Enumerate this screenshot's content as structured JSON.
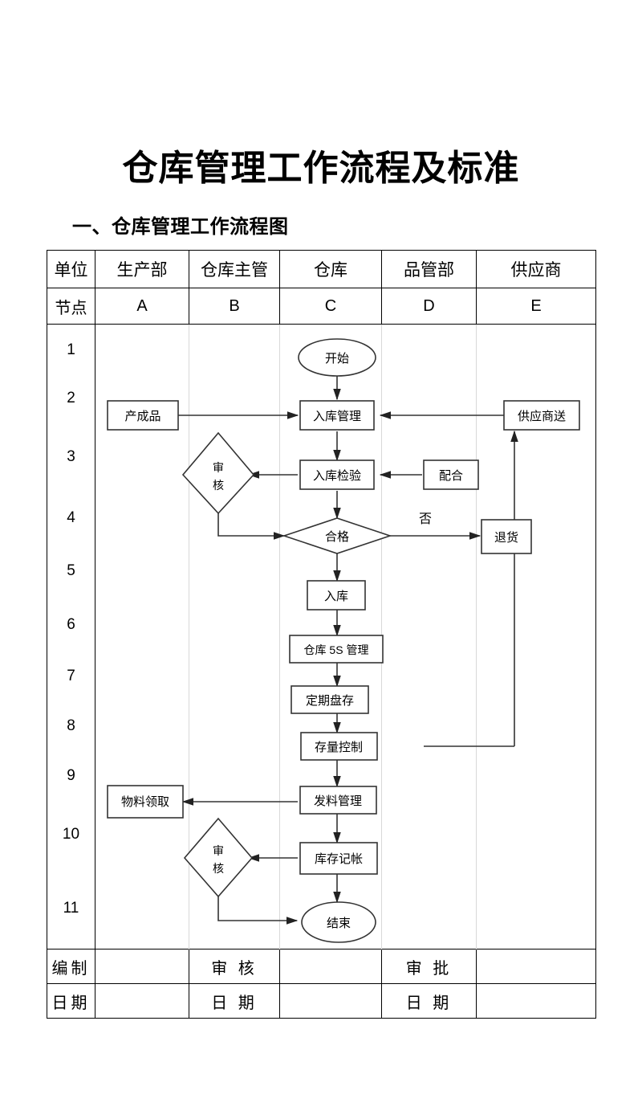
{
  "document": {
    "title": "仓库管理工作流程及标准",
    "section_title": "一、仓库管理工作流程图"
  },
  "table": {
    "header_row": {
      "label": "单位",
      "columns": [
        "生产部",
        "仓库主管",
        "仓库",
        "品管部",
        "供应商"
      ]
    },
    "node_row": {
      "label": "节点",
      "columns": [
        "A",
        "B",
        "C",
        "D",
        "E"
      ]
    },
    "row_numbers": [
      "1",
      "2",
      "3",
      "4",
      "5",
      "6",
      "7",
      "8",
      "9",
      "10",
      "11"
    ],
    "footer_rows": [
      {
        "label": "编制",
        "a": "",
        "b": "审 核",
        "c": "",
        "d": "审 批",
        "e": ""
      },
      {
        "label": "日期",
        "a": "",
        "b": "日 期",
        "c": "",
        "d": "日 期",
        "e": ""
      }
    ]
  },
  "flowchart": {
    "type": "swimlane-flowchart",
    "nodes": [
      {
        "id": "start",
        "label": "开始",
        "shape": "ellipse",
        "lane": "C",
        "row": 1
      },
      {
        "id": "chengpin",
        "label": "产成品",
        "shape": "rect",
        "lane": "A",
        "row": 2
      },
      {
        "id": "rukuguanli",
        "label": "入库管理",
        "shape": "rect",
        "lane": "C",
        "row": 2
      },
      {
        "id": "gongyingshang",
        "label": "供应商送",
        "shape": "rect",
        "lane": "E",
        "row": 2
      },
      {
        "id": "shenhe1",
        "label": "审核",
        "shape": "diamond",
        "lane": "B",
        "row": 3
      },
      {
        "id": "rukujianyan",
        "label": "入库检验",
        "shape": "rect",
        "lane": "C",
        "row": 3
      },
      {
        "id": "peihe",
        "label": "配合",
        "shape": "rect",
        "lane": "D",
        "row": 3
      },
      {
        "id": "hege",
        "label": "合格",
        "shape": "diamond",
        "lane": "C",
        "row": 4
      },
      {
        "id": "tuihuo",
        "label": "退货",
        "shape": "rect",
        "lane": "E",
        "row": 4
      },
      {
        "id": "ruku",
        "label": "入库",
        "shape": "rect",
        "lane": "C",
        "row": 5
      },
      {
        "id": "cangku5s",
        "label": "仓库 5S 管理",
        "shape": "rect",
        "lane": "C",
        "row": 6
      },
      {
        "id": "dingqi",
        "label": "定期盘存",
        "shape": "rect",
        "lane": "C",
        "row": 7
      },
      {
        "id": "cunliang",
        "label": "存量控制",
        "shape": "rect",
        "lane": "C",
        "row": 8
      },
      {
        "id": "faliao",
        "label": "发料管理",
        "shape": "rect",
        "lane": "C",
        "row": 9
      },
      {
        "id": "wuliao",
        "label": "物料领取",
        "shape": "rect",
        "lane": "A",
        "row": 9
      },
      {
        "id": "shenhe2",
        "label": "审核",
        "shape": "diamond",
        "lane": "B",
        "row": 10
      },
      {
        "id": "kucun",
        "label": "库存记帐",
        "shape": "rect",
        "lane": "C",
        "row": 10
      },
      {
        "id": "jieshu",
        "label": "结束",
        "shape": "ellipse",
        "lane": "C",
        "row": 11
      }
    ],
    "edge_labels": {
      "reject": "否"
    },
    "edges": [
      {
        "from": "start",
        "to": "rukuguanli",
        "label": ""
      },
      {
        "from": "chengpin",
        "to": "rukuguanli",
        "label": ""
      },
      {
        "from": "gongyingshang",
        "to": "rukuguanli",
        "label": ""
      },
      {
        "from": "rukuguanli",
        "to": "rukujianyan",
        "label": ""
      },
      {
        "from": "rukujianyan",
        "to": "shenhe1",
        "label": ""
      },
      {
        "from": "peihe",
        "to": "rukujianyan",
        "label": ""
      },
      {
        "from": "rukujianyan",
        "to": "hege",
        "label": ""
      },
      {
        "from": "shenhe1",
        "to": "hege",
        "label": ""
      },
      {
        "from": "hege",
        "to": "tuihuo",
        "label": "否"
      },
      {
        "from": "hege",
        "to": "ruku",
        "label": ""
      },
      {
        "from": "ruku",
        "to": "cangku5s",
        "label": ""
      },
      {
        "from": "cangku5s",
        "to": "dingqi",
        "label": ""
      },
      {
        "from": "dingqi",
        "to": "cunliang",
        "label": ""
      },
      {
        "from": "cunliang",
        "to": "gongyingshang",
        "label": ""
      },
      {
        "from": "cunliang",
        "to": "faliao",
        "label": ""
      },
      {
        "from": "faliao",
        "to": "wuliao",
        "label": ""
      },
      {
        "from": "faliao",
        "to": "kucun",
        "label": ""
      },
      {
        "from": "kucun",
        "to": "shenhe2",
        "label": ""
      },
      {
        "from": "kucun",
        "to": "jieshu",
        "label": ""
      },
      {
        "from": "shenhe2",
        "to": "jieshu",
        "label": ""
      }
    ]
  },
  "colors": {
    "line": "#000000",
    "grid_light": "#d8d8d8",
    "background": "#ffffff"
  }
}
